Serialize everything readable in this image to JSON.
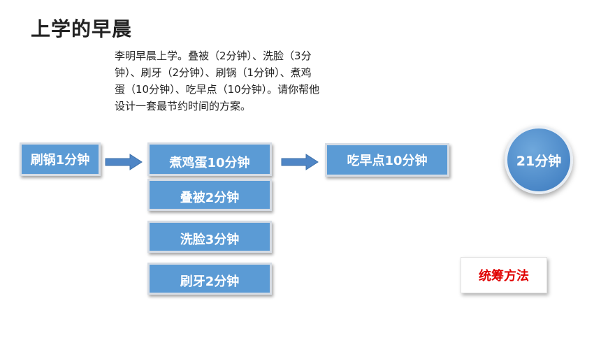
{
  "title": "上学的早晨",
  "problem_lines": [
    "李明早晨上学。叠被（2分钟）、洗脸（3分",
    "钟）、刷牙（2分钟）、刷锅（1分钟）、煮鸡",
    "蛋（10分钟）、吃早点（10分钟）。请你帮他",
    "设计一套最节约时间的方案。"
  ],
  "steps": {
    "wash_pot": "刷锅1分钟",
    "boil_egg": "煮鸡蛋10分钟",
    "fold_quilt": "叠被2分钟",
    "wash_face": "洗脸3分钟",
    "brush_teeth": "刷牙2分钟",
    "breakfast": "吃早点10分钟"
  },
  "total": "21分钟",
  "method": "统筹方法",
  "colors": {
    "box": "#5b9bd5",
    "arrow": "#4f86c6",
    "method_text": "#e00000"
  }
}
